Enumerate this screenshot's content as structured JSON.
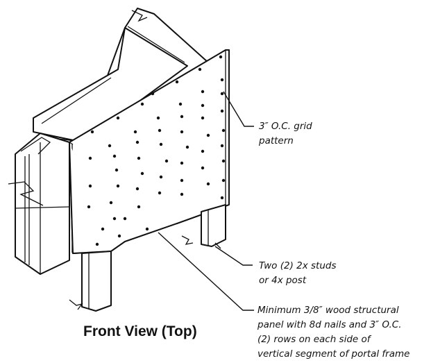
{
  "title": "Front View (Top)",
  "annotations": {
    "grid": [
      "3″ O.C. grid",
      "pattern"
    ],
    "studs": [
      "Two (2) 2x studs",
      "or 4x post"
    ],
    "panel": [
      "Minimum 3/8″ wood structural",
      "panel with 8d nails and 3″ O.C.",
      "(2) rows on each side of",
      "vertical segment of portal frame"
    ]
  }
}
